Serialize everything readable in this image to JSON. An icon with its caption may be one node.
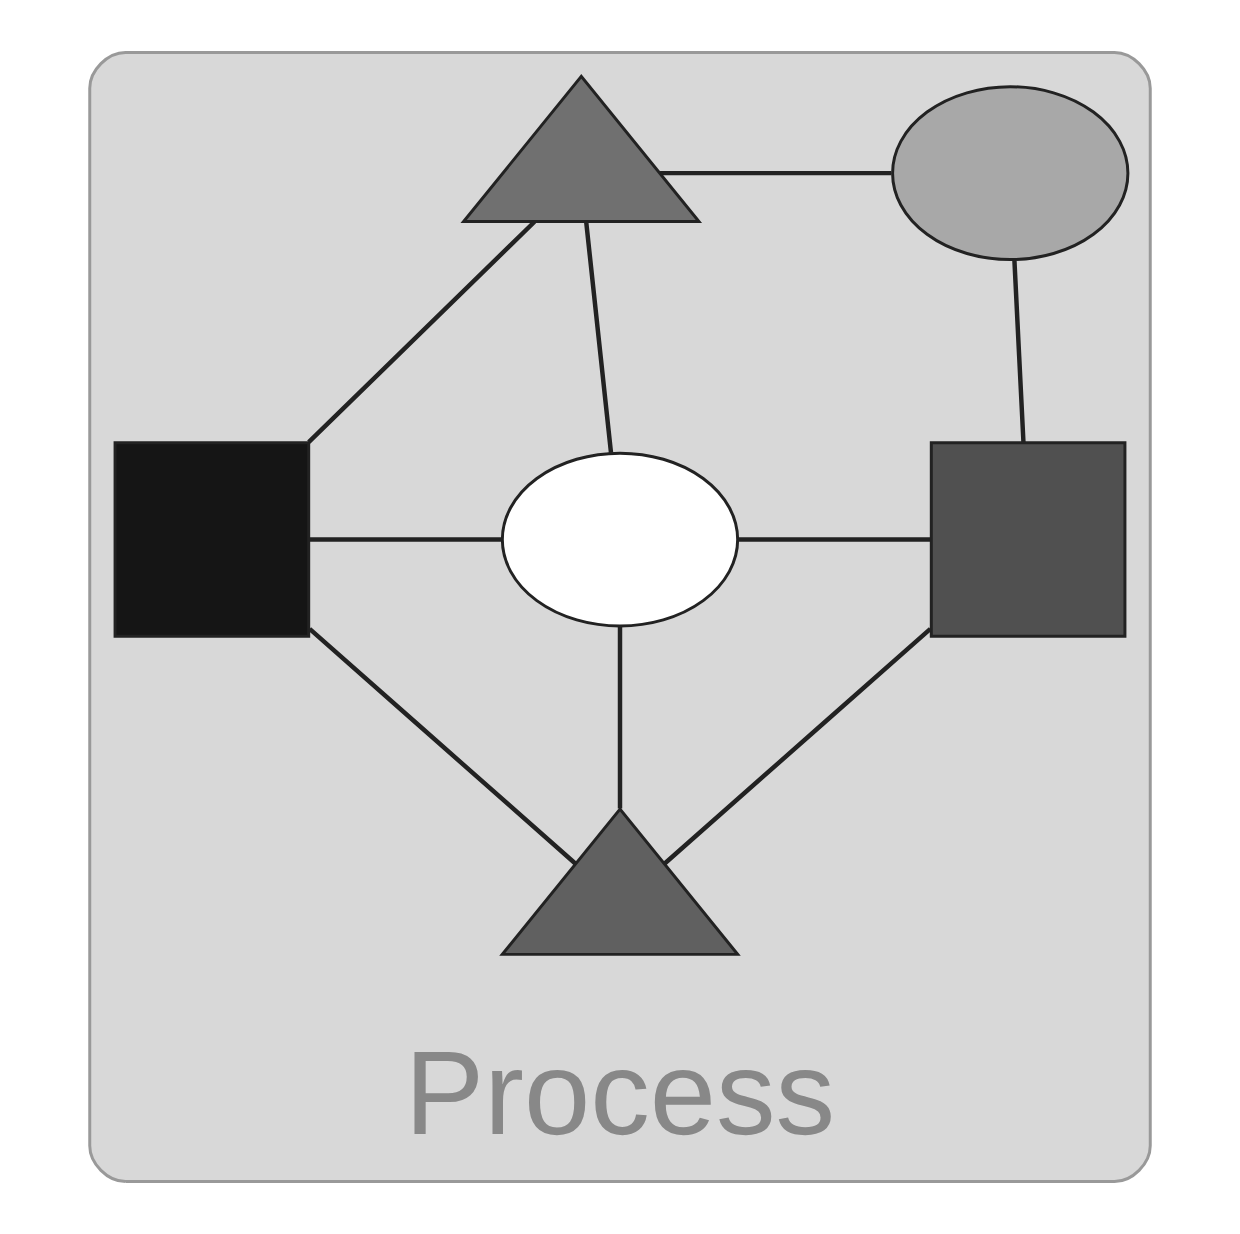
{
  "diagram": {
    "nodes": [
      {
        "text": [
          "Process"
        ]
      },
      {
        "text": [],
        "shape": "triangle",
        "in": 0
      },
      {
        "text": [],
        "shape": "ellipse",
        "in": 0
      },
      {
        "text": [],
        "shape": "box",
        "in": 0
      },
      {
        "text": [],
        "shape": "ellipse",
        "in": 0
      },
      {
        "text": [],
        "shape": "box",
        "in": 0
      },
      {
        "text": [],
        "shape": "triangle",
        "in": 0
      }
    ],
    "edges": [
      {
        "from": 1,
        "to": 2,
        "arrow": "none"
      },
      {
        "from": 1,
        "to": 3,
        "arrow": "none"
      },
      {
        "from": 1,
        "to": 4,
        "arrow": "none"
      },
      {
        "from": 3,
        "to": 4,
        "arrow": "none"
      },
      {
        "from": 4,
        "to": 5,
        "arrow": "none"
      },
      {
        "from": 2,
        "to": 5,
        "arrow": "none"
      },
      {
        "from": 3,
        "to": 6,
        "arrow": "none"
      },
      {
        "from": 4,
        "to": 6,
        "arrow": "none"
      },
      {
        "from": 5,
        "to": 6,
        "arrow": "none"
      }
    ]
  }
}
